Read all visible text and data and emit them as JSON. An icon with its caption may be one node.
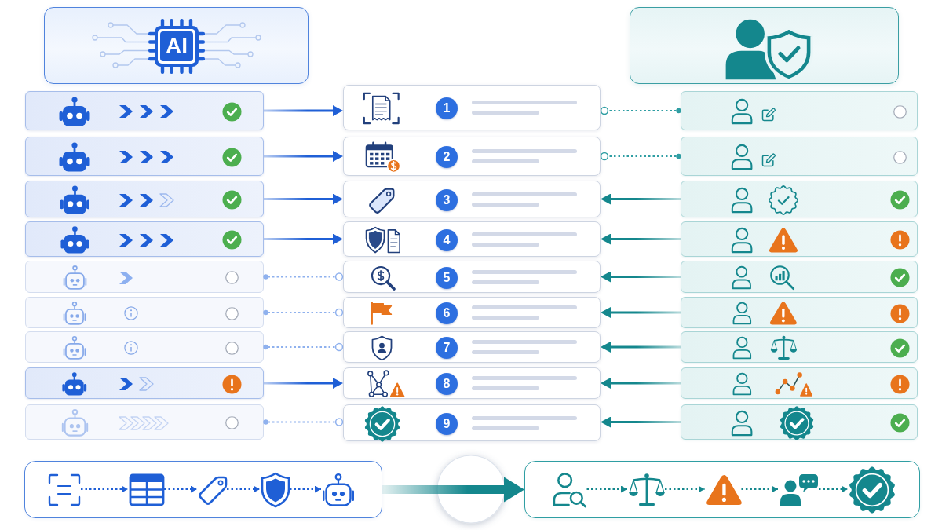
{
  "diagram": {
    "nodes": [
      {
        "text": [
          "AI"
        ]
      },
      {
        "text": [],
        "shape": "box"
      },
      {
        "text": [],
        "shape": "box"
      },
      {
        "text": [
          "1"
        ]
      },
      {
        "text": [],
        "shape": "box"
      },
      {
        "text": [],
        "shape": "box"
      },
      {
        "text": [
          "2"
        ]
      },
      {
        "text": [],
        "shape": "box"
      },
      {
        "text": [],
        "shape": "box"
      },
      {
        "text": [
          "3"
        ]
      },
      {
        "text": [],
        "shape": "box"
      },
      {
        "text": [],
        "shape": "box"
      },
      {
        "text": [
          "4"
        ]
      },
      {
        "text": [],
        "shape": "box"
      },
      {
        "text": [],
        "shape": "box"
      },
      {
        "text": [
          "5"
        ]
      },
      {
        "text": [],
        "shape": "box"
      },
      {
        "text": [],
        "shape": "box"
      },
      {
        "text": [
          "6"
        ]
      },
      {
        "text": [],
        "shape": "box"
      },
      {
        "text": [],
        "shape": "box"
      },
      {
        "text": [
          "7"
        ]
      },
      {
        "text": [],
        "shape": "box"
      },
      {
        "text": [],
        "shape": "box"
      },
      {
        "text": [
          "8"
        ]
      },
      {
        "text": [],
        "shape": "box"
      },
      {
        "text": [],
        "shape": "box"
      },
      {
        "text": [
          "9"
        ]
      },
      {
        "text": [],
        "shape": "box"
      },
      {
        "text": [],
        "shape": "box"
      },
      {
        "text": [],
        "shape": "picture",
        "in": 29
      },
      {
        "text": [],
        "shape": "picture",
        "in": 29
      },
      {
        "text": [],
        "shape": "picture",
        "in": 29
      },
      {
        "text": [],
        "shape": "picture",
        "in": 29
      },
      {
        "text": [],
        "shape": "picture",
        "in": 29
      },
      {
        "text": [],
        "shape": "box"
      },
      {
        "text": [],
        "shape": "picture",
        "in": 35
      },
      {
        "text": [],
        "shape": "picture",
        "in": 35
      },
      {
        "text": [],
        "shape": "picture",
        "in": 35
      },
      {
        "text": [],
        "shape": "picture",
        "in": 35
      },
      {
        "text": [],
        "shape": "picture",
        "in": 35
      }
    ],
    "edges": [
      {
        "from": 2,
        "to": 3,
        "arrow": "to",
        "color": "#1f5fd6"
      },
      {
        "from": 4,
        "to": 3,
        "arrow": "other",
        "style": "dashed",
        "color": "#2f9ea3"
      },
      {
        "from": 5,
        "to": 6,
        "arrow": "to",
        "color": "#1f5fd6"
      },
      {
        "from": 7,
        "to": 6,
        "arrow": "other",
        "style": "dashed",
        "color": "#2f9ea3"
      },
      {
        "from": 8,
        "to": 9,
        "arrow": "to",
        "color": "#1f5fd6"
      },
      {
        "from": 10,
        "to": 9,
        "arrow": "to",
        "color": "#14878d"
      },
      {
        "from": 11,
        "to": 12,
        "arrow": "to",
        "color": "#1f5fd6"
      },
      {
        "from": 13,
        "to": 12,
        "arrow": "to",
        "color": "#14878d"
      },
      {
        "from": 14,
        "to": 15,
        "arrow": "other",
        "style": "dashed",
        "color": "#8fb1ee"
      },
      {
        "from": 16,
        "to": 15,
        "arrow": "to",
        "color": "#14878d"
      },
      {
        "from": 17,
        "to": 18,
        "arrow": "other",
        "style": "dashed",
        "color": "#8fb1ee"
      },
      {
        "from": 19,
        "to": 18,
        "arrow": "to",
        "color": "#14878d"
      },
      {
        "from": 20,
        "to": 21,
        "arrow": "other",
        "style": "dashed",
        "color": "#8fb1ee"
      },
      {
        "from": 22,
        "to": 21,
        "arrow": "to",
        "color": "#14878d"
      },
      {
        "from": 23,
        "to": 24,
        "arrow": "to",
        "color": "#1f5fd6"
      },
      {
        "from": 25,
        "to": 24,
        "arrow": "to",
        "color": "#14878d"
      },
      {
        "from": 26,
        "to": 27,
        "arrow": "other",
        "style": "dashed",
        "color": "#8fb1ee"
      },
      {
        "from": 28,
        "to": 27,
        "arrow": "to",
        "color": "#14878d"
      },
      {
        "from": 30,
        "to": 31,
        "arrow": "to",
        "style": "dashed",
        "color": "#1f5fd6"
      },
      {
        "from": 31,
        "to": 32,
        "arrow": "to",
        "style": "dashed",
        "color": "#1f5fd6"
      },
      {
        "from": 32,
        "to": 33,
        "arrow": "to",
        "style": "dashed",
        "color": "#1f5fd6"
      },
      {
        "from": 33,
        "to": 34,
        "arrow": "to",
        "style": "dashed",
        "color": "#1f5fd6"
      },
      {
        "from": 29,
        "to": 35,
        "arrow": "to",
        "style": "thick",
        "color": "#14878d"
      },
      {
        "from": 36,
        "to": 37,
        "arrow": "to",
        "style": "dashed",
        "color": "#14878d"
      },
      {
        "from": 37,
        "to": 38,
        "arrow": "to",
        "style": "dashed",
        "color": "#14878d"
      },
      {
        "from": 38,
        "to": 39,
        "arrow": "to",
        "style": "dashed",
        "color": "#14878d"
      },
      {
        "from": 39,
        "to": 40,
        "arrow": "to",
        "style": "dashed",
        "color": "#14878d"
      }
    ]
  }
}
